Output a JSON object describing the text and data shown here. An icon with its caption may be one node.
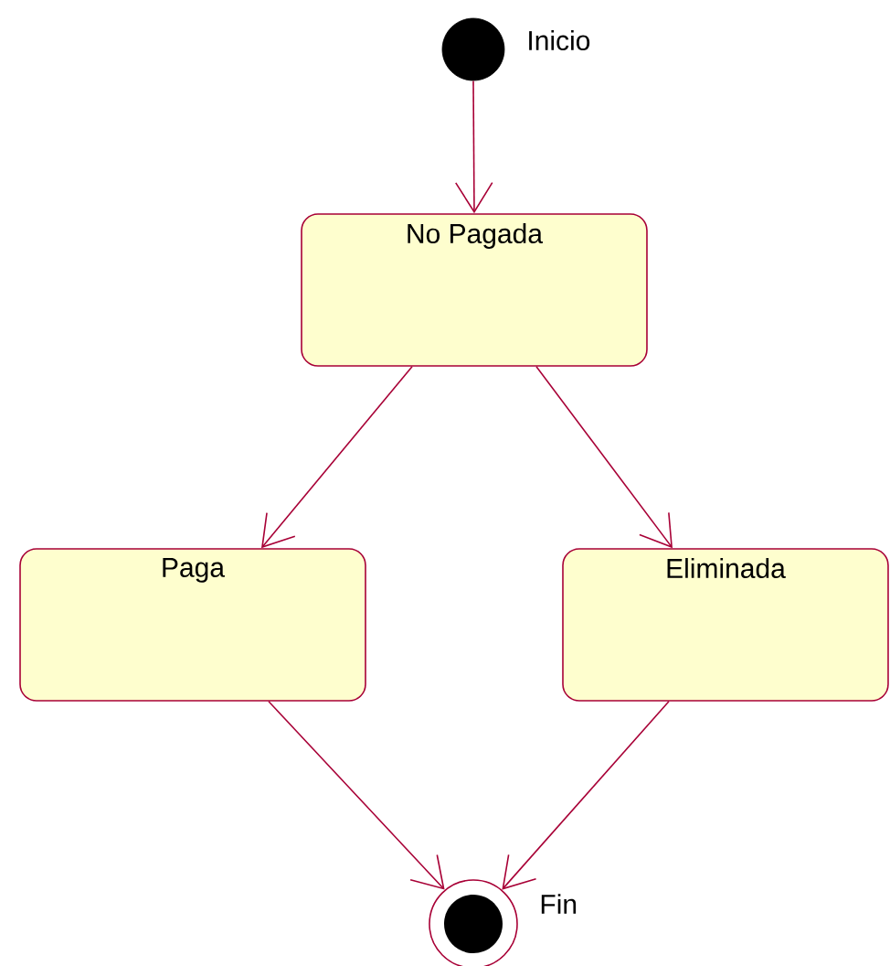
{
  "diagram": {
    "nodes": [
      {
        "text": [],
        "shape": "circle",
        "beside": [
          "Inicio"
        ]
      },
      {
        "text": [
          "No Pagada"
        ]
      },
      {
        "text": [
          "Paga"
        ]
      },
      {
        "text": [
          "Eliminada"
        ]
      },
      {
        "text": [],
        "shape": "circle",
        "beside": [
          "Fin"
        ]
      }
    ],
    "edges": [
      {
        "from": 0,
        "to": 1,
        "arrow": "to"
      },
      {
        "from": 1,
        "to": 2,
        "arrow": "to"
      },
      {
        "from": 1,
        "to": 3,
        "arrow": "to"
      },
      {
        "from": 2,
        "to": 4,
        "arrow": "to"
      },
      {
        "from": 3,
        "to": 4,
        "arrow": "to"
      }
    ]
  }
}
